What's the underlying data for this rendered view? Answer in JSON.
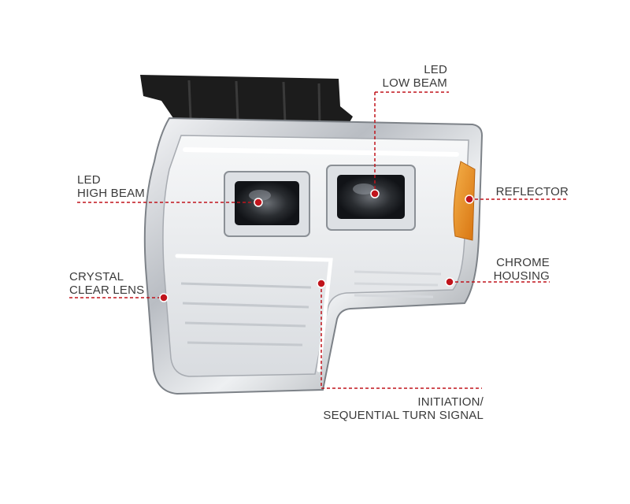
{
  "product": {
    "name": ""
  },
  "callouts": [
    {
      "id": "led-low-beam",
      "lines": [
        "LED",
        "LOW BEAM"
      ]
    },
    {
      "id": "led-high-beam",
      "lines": [
        "LED",
        "HIGH BEAM"
      ]
    },
    {
      "id": "reflector",
      "lines": [
        "REFLECTOR"
      ]
    },
    {
      "id": "crystal-clear-lens",
      "lines": [
        "CRYSTAL",
        "CLEAR LENS"
      ]
    },
    {
      "id": "chrome-housing",
      "lines": [
        "CHROME",
        "HOUSING"
      ]
    },
    {
      "id": "sequential-turn-signal",
      "lines": [
        "INITIATION/",
        "SEQUENTIAL TURN SIGNAL"
      ]
    }
  ],
  "colors": {
    "leader": "#c0141c",
    "label": "#3a3a3a",
    "amber": "#e88a1a",
    "chrome": "#c9ccd1",
    "bracket": "#1c1c1c"
  }
}
